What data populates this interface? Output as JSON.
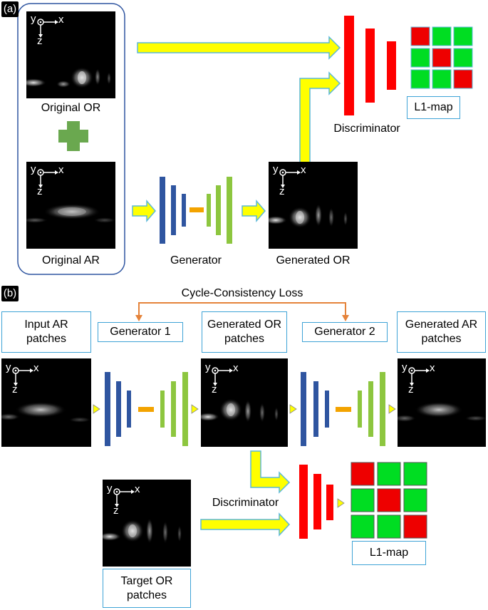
{
  "panels": {
    "a": "(a)",
    "b": "(b)"
  },
  "part_a": {
    "original_or": "Original OR",
    "original_ar": "Original AR",
    "generator": "Generator",
    "generated_or": "Generated OR",
    "discriminator": "Discriminator",
    "l1_map": "L1-map"
  },
  "part_b": {
    "cycle_loss": "Cycle-Consistency Loss",
    "input_ar_line1": "Input AR",
    "input_ar_line2": "patches",
    "generator1": "Generator 1",
    "generated_or_line1": "Generated OR",
    "generated_or_line2": "patches",
    "generator2": "Generator 2",
    "generated_ar_line1": "Generated AR",
    "generated_ar_line2": "patches",
    "discriminator": "Discriminator",
    "target_or_line1": "Target OR",
    "target_or_line2": "patches",
    "l1_map": "L1-map"
  },
  "axes": {
    "y": "y",
    "x": "x",
    "z": "z"
  },
  "colors": {
    "generator_blue": "#2f55a0",
    "generator_orange": "#f3a300",
    "generator_green": "#8dc63f",
    "discriminator_red": "#ff0000",
    "arrow_yellow": "#ffff00",
    "arrow_outline": "#5bb8d8",
    "plus_green": "#6aa84f",
    "box_border": "#3ea3d6",
    "cycle_line": "#e5833a",
    "map_red": "#ee0000",
    "map_green": "#00dd22"
  },
  "l1_map_pattern": [
    [
      "red",
      "green",
      "green"
    ],
    [
      "green",
      "red",
      "green"
    ],
    [
      "green",
      "green",
      "red"
    ]
  ]
}
